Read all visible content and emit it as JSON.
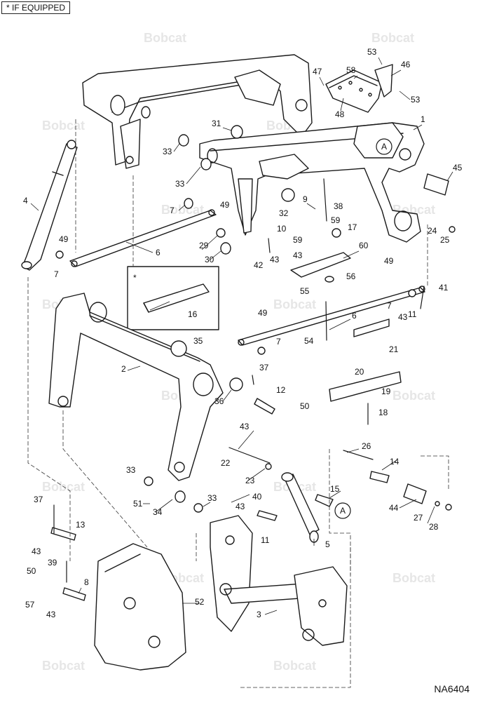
{
  "legend": {
    "marker": "*",
    "text": "IF EQUIPPED"
  },
  "figure_id": "NA6404",
  "watermark_text": "Bobcat",
  "reference_marker": "A",
  "colors": {
    "line": "#1a1a1a",
    "watermark": "#e6e6e6"
  },
  "callouts": [
    "53",
    "46",
    "47",
    "58",
    "53",
    "48",
    "1",
    "31",
    "33",
    "45",
    "33",
    "9",
    "38",
    "7",
    "49",
    "32",
    "59",
    "17",
    "4",
    "10",
    "24",
    "25",
    "49",
    "6",
    "29",
    "59",
    "60",
    "7",
    "30",
    "42",
    "43",
    "43",
    "49",
    "56",
    "55",
    "41",
    "7",
    "11",
    "6",
    "49",
    "43",
    "7",
    "54",
    "35",
    "21",
    "2",
    "37",
    "20",
    "36",
    "12",
    "19",
    "50",
    "18",
    "43",
    "26",
    "22",
    "14",
    "23",
    "15",
    "33",
    "40",
    "33",
    "51",
    "43",
    "34",
    "44",
    "27",
    "28",
    "37",
    "13",
    "11",
    "5",
    "43",
    "39",
    "8",
    "50",
    "52",
    "57",
    "43",
    "3",
    "16",
    "*"
  ]
}
